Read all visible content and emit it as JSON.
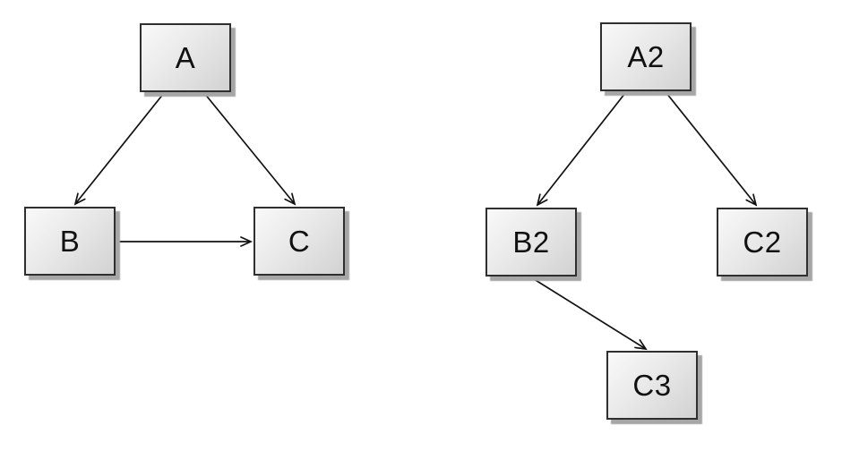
{
  "diagram": {
    "background_color": "#ffffff",
    "node_style": {
      "border_color": "#2f2f2f",
      "fill_gradient_start": "#f9f9f9",
      "fill_gradient_end": "#d2d2d2",
      "shadow_color": "#a6a6a6",
      "text_color": "#111111"
    },
    "edge_style": {
      "line_color": "#111111",
      "arrowhead": "open-v"
    },
    "left_graph": {
      "nodes": [
        {
          "id": "A",
          "label": "A"
        },
        {
          "id": "B",
          "label": "B"
        },
        {
          "id": "C",
          "label": "C"
        }
      ],
      "edges": [
        {
          "from": "A",
          "to": "B"
        },
        {
          "from": "A",
          "to": "C"
        },
        {
          "from": "B",
          "to": "C"
        }
      ]
    },
    "right_graph": {
      "nodes": [
        {
          "id": "A2",
          "label": "A2"
        },
        {
          "id": "B2",
          "label": "B2"
        },
        {
          "id": "C2",
          "label": "C2"
        },
        {
          "id": "C3",
          "label": "C3"
        }
      ],
      "edges": [
        {
          "from": "A2",
          "to": "B2"
        },
        {
          "from": "A2",
          "to": "C2"
        },
        {
          "from": "B2",
          "to": "C3"
        }
      ]
    }
  }
}
